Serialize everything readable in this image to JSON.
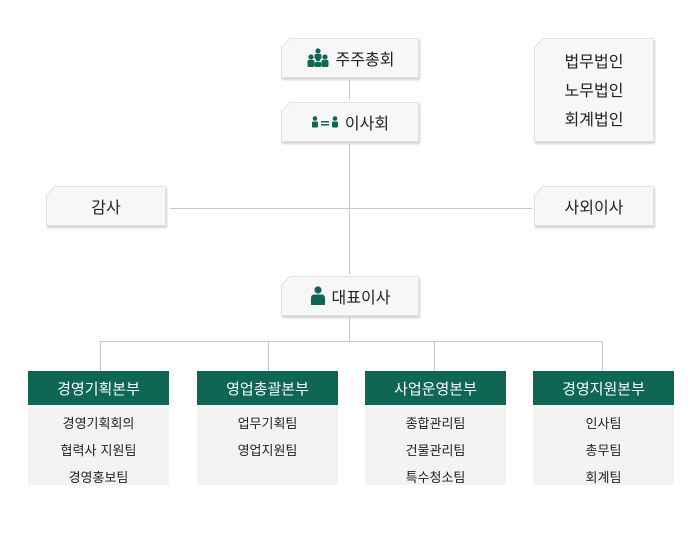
{
  "top": {
    "shareholders": {
      "label": "주주총회",
      "icon": "people-group-icon"
    },
    "board": {
      "label": "이사회",
      "icon": "people-meeting-icon"
    },
    "auditor": {
      "label": "감사"
    },
    "outside_director": {
      "label": "사외이사"
    },
    "ceo": {
      "label": "대표이사",
      "icon": "person-icon"
    },
    "legal": [
      "법무법인",
      "노무법인",
      "회계법인"
    ]
  },
  "departments": [
    {
      "name": "경영기획본부",
      "teams": [
        "경영기획회의",
        "협력사 지원팀",
        "경영홍보팀"
      ]
    },
    {
      "name": "영업총괄본부",
      "teams": [
        "업무기획팀",
        "영업지원팀"
      ]
    },
    {
      "name": "사업운영본부",
      "teams": [
        "종합관리팀",
        "건물관리팀",
        "특수청소팀"
      ]
    },
    {
      "name": "경영지원본부",
      "teams": [
        "인사팀",
        "총무팀",
        "회계팀"
      ]
    }
  ],
  "colors": {
    "dept_header": "#0e6655",
    "icon": "#0e6655"
  }
}
